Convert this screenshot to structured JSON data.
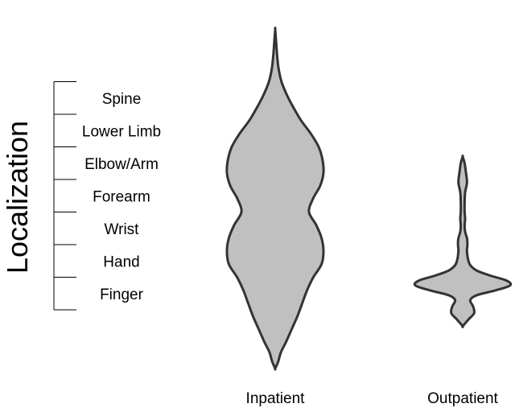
{
  "chart_data": {
    "type": "violin",
    "ylabel": "Localization",
    "y_categories": [
      "Spine",
      "Lower Limb",
      "Elbow/Arm",
      "Forearm",
      "Wrist",
      "Hand",
      "Finger"
    ],
    "series": [
      {
        "name": "Inpatient",
        "density": {
          "y": [
            -1.8,
            -1.6,
            -1.3,
            -1.0,
            -0.6,
            -0.2,
            0.2,
            0.6,
            1.0,
            1.4,
            1.8,
            2.2,
            2.6,
            3.0,
            3.4,
            3.8,
            4.2,
            4.6,
            5.0,
            5.4,
            5.8,
            6.2,
            6.6,
            7.0,
            7.4,
            7.8,
            8.2,
            8.6
          ],
          "width": [
            0.0,
            0.06,
            0.12,
            0.22,
            0.34,
            0.46,
            0.56,
            0.66,
            0.79,
            0.96,
            1.0,
            0.96,
            0.85,
            0.7,
            0.78,
            0.93,
            1.0,
            0.98,
            0.9,
            0.74,
            0.54,
            0.38,
            0.24,
            0.13,
            0.07,
            0.04,
            0.02,
            0.0
          ]
        }
      },
      {
        "name": "Outpatient",
        "density": {
          "y": [
            -0.5,
            -0.3,
            -0.1,
            0.1,
            0.3,
            0.45,
            0.6,
            0.75,
            0.9,
            1.05,
            1.2,
            1.35,
            1.5,
            1.8,
            2.0,
            2.2,
            2.4,
            2.6,
            2.8,
            3.0,
            3.3,
            3.6,
            3.9,
            4.2,
            4.5,
            4.7
          ],
          "width": [
            0.0,
            0.12,
            0.24,
            0.22,
            0.16,
            0.3,
            0.7,
            1.0,
            0.92,
            0.58,
            0.3,
            0.17,
            0.12,
            0.09,
            0.1,
            0.09,
            0.05,
            0.04,
            0.05,
            0.04,
            0.04,
            0.05,
            0.09,
            0.07,
            0.04,
            0.0
          ]
        }
      }
    ]
  }
}
